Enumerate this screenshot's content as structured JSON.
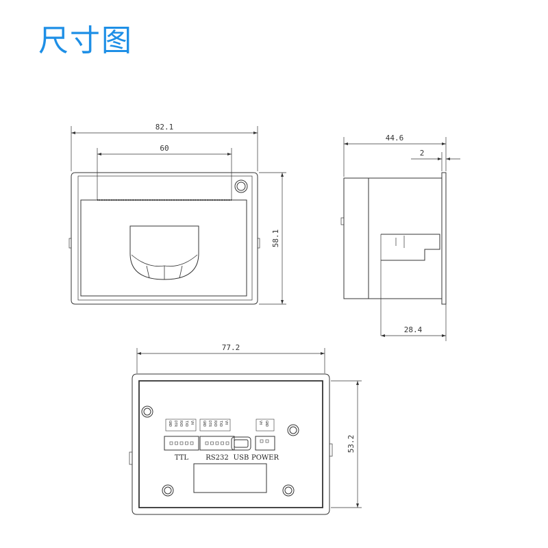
{
  "title": "尺寸图",
  "colors": {
    "title": "#1e8fe6",
    "line": "#333333"
  },
  "front_view": {
    "width": "82.1",
    "opening": "60",
    "height": "58.1"
  },
  "side_view": {
    "depth": "44.6",
    "flange": "2",
    "body_depth": "28.4"
  },
  "back_view": {
    "width": "77.2",
    "height": "53.2",
    "ports": [
      "TTL",
      "RS232",
      "USB",
      "POWER"
    ],
    "ttl_pins": [
      "GND",
      "DTR",
      "RXD",
      "TXD",
      "VH"
    ],
    "rs232_pins": [
      "GND",
      "DTR",
      "RXD",
      "TXD",
      "VH"
    ],
    "power_pins": [
      "VH",
      "GND"
    ]
  }
}
